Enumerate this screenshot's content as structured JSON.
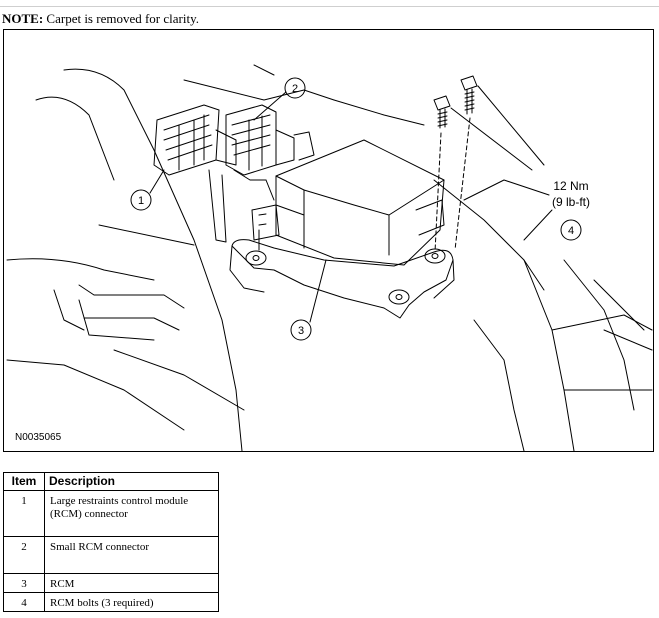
{
  "note": {
    "label": "NOTE:",
    "text": "Carpet is removed for clarity."
  },
  "figure": {
    "id": "N0035065",
    "callouts": [
      "1",
      "2",
      "3",
      "4"
    ],
    "torque": {
      "metric": "12 Nm",
      "imperial": "(9 lb-ft)"
    }
  },
  "legend": {
    "headers": {
      "item": "Item",
      "description": "Description"
    },
    "rows": [
      {
        "item": "1",
        "description": "Large restraints control module (RCM) connector"
      },
      {
        "item": "2",
        "description": "Small RCM connector"
      },
      {
        "item": "3",
        "description": "RCM"
      },
      {
        "item": "4",
        "description": "RCM bolts (3 required)"
      }
    ]
  }
}
